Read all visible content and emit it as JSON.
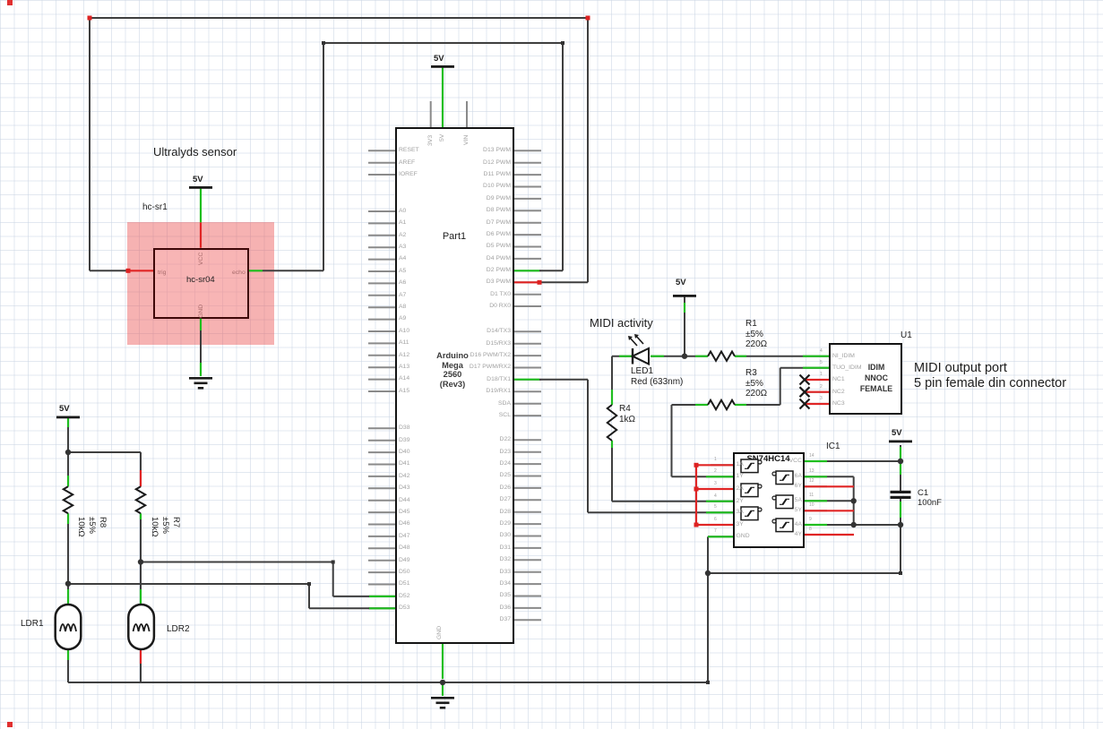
{
  "annotations": {
    "sensor_title": "Ultralyds sensor",
    "midi_activity": "MIDI activity",
    "midi_port_line1": "MIDI output port",
    "midi_port_line2": "5 pin female din connector"
  },
  "power": {
    "label_5v": "5V"
  },
  "arduino": {
    "ref": "Part1",
    "name_lines": [
      "Arduino",
      "Mega",
      "2560",
      "(Rev3)"
    ],
    "top_pins": [
      "3V3",
      "5V",
      "VIN"
    ],
    "bottom_pin": "GND",
    "left_pins": [
      "RESET",
      "AREF",
      "IOREF",
      "A0",
      "A1",
      "A2",
      "A3",
      "A4",
      "A5",
      "A6",
      "A7",
      "A8",
      "A9",
      "A10",
      "A11",
      "A12",
      "A13",
      "A14",
      "A15",
      "D38",
      "D39",
      "D40",
      "D41",
      "D42",
      "D43",
      "D44",
      "D45",
      "D46",
      "D47",
      "D48",
      "D49",
      "D50",
      "D51",
      "D52",
      "D53"
    ],
    "right_pins": [
      "D13 PWM",
      "D12 PWM",
      "D11 PWM",
      "D10 PWM",
      "D9 PWM",
      "D8 PWM",
      "D7 PWM",
      "D6 PWM",
      "D5 PWM",
      "D4 PWM",
      "D2 PWM",
      "D3 PWM",
      "D1 TX0",
      "D0 RX0",
      "D14/TX3",
      "D15/RX3",
      "D16 PWM/TX2",
      "D17 PWM/RX2",
      "D18/TX1",
      "D19/RX1",
      "SDA",
      "SCL",
      "D22",
      "D23",
      "D24",
      "D25",
      "D26",
      "D27",
      "D28",
      "D29",
      "D30",
      "D31",
      "D32",
      "D33",
      "D34",
      "D35",
      "D36",
      "D37"
    ]
  },
  "hcsr04": {
    "ref": "hc-sr1",
    "name": "hc-sr04",
    "pin_top": "VCC",
    "pin_left": "trig",
    "pin_right": "echo",
    "pin_bottom": "GND"
  },
  "ldr": {
    "ldr1": "LDR1",
    "ldr2": "LDR2"
  },
  "resistors": {
    "r1": {
      "ref": "R1",
      "tolerance": "±5%",
      "value": "220Ω"
    },
    "r3": {
      "ref": "R3",
      "tolerance": "±5%",
      "value": "220Ω"
    },
    "r4": {
      "ref": "R4",
      "value": "1kΩ"
    },
    "r7": {
      "ref": "R7",
      "tolerance": "±5%",
      "value": "10kΩ"
    },
    "r8": {
      "ref": "R8",
      "tolerance": "±5%",
      "value": "10kΩ"
    }
  },
  "led": {
    "ref": "LED1",
    "desc": "Red (633nm)"
  },
  "capacitor": {
    "ref": "C1",
    "value": "100nF"
  },
  "ic1": {
    "ref": "IC1",
    "part": "SN74HC14",
    "left_pins": [
      "1A",
      "1Y",
      "2A",
      "2Y",
      "3A",
      "3Y",
      "GND"
    ],
    "left_numbers": [
      "1",
      "2",
      "3",
      "4",
      "5",
      "6",
      "7"
    ],
    "right_pins": [
      "VCC",
      "6A",
      "6Y",
      "5A",
      "5Y",
      "4A",
      "4Y"
    ],
    "right_numbers": [
      "14",
      "13",
      "12",
      "11",
      "10",
      "9",
      "8"
    ]
  },
  "u1": {
    "ref": "U1",
    "pins": [
      "NI_IDIM",
      "TUO_IDIM",
      "NC1",
      "NC2",
      "NC3"
    ],
    "pin_numbers": [
      "4",
      "5",
      "1",
      "2",
      "3"
    ],
    "center_lines": [
      "IDIM",
      "NNOC",
      "FEMALE"
    ]
  },
  "colors": {
    "wire": "#3f3f3f",
    "stub": "#8a8a8a",
    "connected": "#1fbe1f",
    "unconnected": "#e02525",
    "symbol": "#1a1a1a",
    "highlight": "rgba(235,85,85,0.45)"
  }
}
